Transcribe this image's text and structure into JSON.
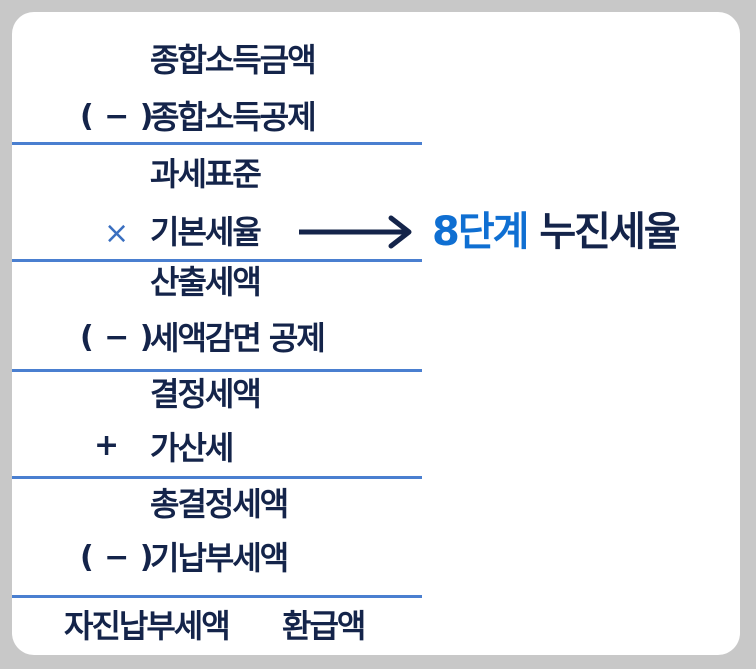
{
  "rows": [
    {
      "operator": "",
      "label": "종합소득금액"
    },
    {
      "operator": "( − )",
      "label": "종합소득공제"
    },
    {
      "operator": "",
      "label": "과세표준"
    },
    {
      "operator": "×",
      "label": "기본세율"
    },
    {
      "operator": "",
      "label": "산출세액"
    },
    {
      "operator": "( − )",
      "label": "세액감면 공제"
    },
    {
      "operator": "",
      "label": "결정세액"
    },
    {
      "operator": "+",
      "label": "가산세"
    },
    {
      "operator": "",
      "label": "총결정세액"
    },
    {
      "operator": "( − )",
      "label": "기납부세액"
    }
  ],
  "final_row": {
    "label_left": "자진납부세액",
    "label_right": "환급액"
  },
  "annotation": {
    "highlight": "8단계",
    "rest": " 누진세율"
  },
  "colors": {
    "rule": "#4a7fd0",
    "text": "#14244a",
    "highlight": "#0f6fd2",
    "border": "#c8c8c8"
  }
}
